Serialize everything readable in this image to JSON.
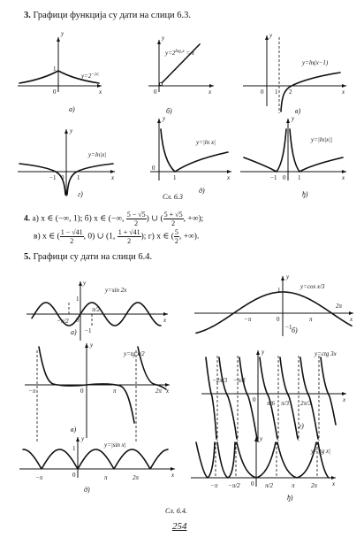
{
  "section3": {
    "number": "3.",
    "text": "Графици функција су дати на слици 6.3.",
    "caption": "Сл. 6.3",
    "graphs": {
      "a": {
        "label": "а)",
        "formula": "y = 2^{-|x|}",
        "formula_base": "y=2",
        "formula_exp": "−|x|",
        "one": "1",
        "zero": "0",
        "x": "x",
        "y": "y"
      },
      "b": {
        "label": "б)",
        "formula_base": "y=2",
        "formula_exp": "log₂x",
        "formula_tail": " = x",
        "zero": "0",
        "x": "x",
        "y": "y"
      },
      "v": {
        "label": "в)",
        "formula": "y=ln(x−1)",
        "one": "1",
        "two": "2",
        "zero": "0",
        "x": "x",
        "y": "y"
      },
      "g": {
        "label": "г)",
        "formula": "y=ln|x|",
        "minus_one": "−1",
        "one": "1",
        "zero": "0",
        "x": "x",
        "y": "y"
      },
      "d": {
        "label": "д)",
        "formula": "y=|ln x|",
        "one": "1",
        "zero": "0",
        "x": "x",
        "y": "y"
      },
      "dj": {
        "label": "ђ)",
        "formula": "y=|ln|x||",
        "minus_one": "−1",
        "one": "1",
        "zero": "0",
        "x": "x",
        "y": "y"
      }
    }
  },
  "section4": {
    "number": "4.",
    "line1_a": "а) x ∈ (−∞, 1); б) x ∈ (−∞,",
    "frac1_num": "5 − √5",
    "frac1_den": "2",
    "line1_mid": ") ∪ (",
    "frac2_num": "5 + √5",
    "frac2_den": "2",
    "line1_end": ", +∞);",
    "line2_a": "в) x ∈ (",
    "frac3_num": "1 − √41",
    "frac3_den": "2",
    "line2_b": ", 0) ∪ (1,",
    "frac4_num": "1 + √41",
    "frac4_den": "2",
    "line2_c": "); г) x ∈ (",
    "frac5_num": "5",
    "frac5_den": "2",
    "line2_end": ", +∞)."
  },
  "section5": {
    "number": "5.",
    "text": "Графици су дати на слици 6.4.",
    "caption": "Сл. 6.4.",
    "graphs": {
      "a": {
        "label": "а)",
        "formula": "y=sin 2x",
        "ticks": [
          "−π/2",
          "π/2"
        ],
        "one": "1",
        "minus_one": "−1",
        "zero": "0",
        "x": "x",
        "y": "y"
      },
      "b": {
        "label": "б)",
        "formula": "y=cos x/3",
        "ticks": [
          "−π",
          "π",
          "2π"
        ],
        "one": "1",
        "minus_one": "−1",
        "zero": "0",
        "x": "x",
        "y": "y"
      },
      "v": {
        "label": "в)",
        "formula": "y=tg x/2",
        "ticks": [
          "−π",
          "π",
          "2π"
        ],
        "zero": "0",
        "x": "x",
        "y": "y"
      },
      "g": {
        "label": "г)",
        "formula": "y=ctg 3x",
        "ticks": [
          "−2π/3",
          "−π/3",
          "π/6",
          "π/3",
          "2π/3"
        ],
        "zero": "0",
        "x": "x",
        "y": "y"
      },
      "d": {
        "label": "д)",
        "formula": "y=|sin x|",
        "ticks": [
          "−π",
          "π",
          "2π"
        ],
        "zero": "0",
        "one": "1",
        "x": "x",
        "y": "y"
      },
      "dj": {
        "label": "ђ)",
        "formula": "y=|tg x|",
        "ticks": [
          "−π",
          "−π/2",
          "π/2",
          "π",
          "2π"
        ],
        "zero": "0",
        "x": "x",
        "y": "y"
      }
    }
  },
  "page_number": "254"
}
